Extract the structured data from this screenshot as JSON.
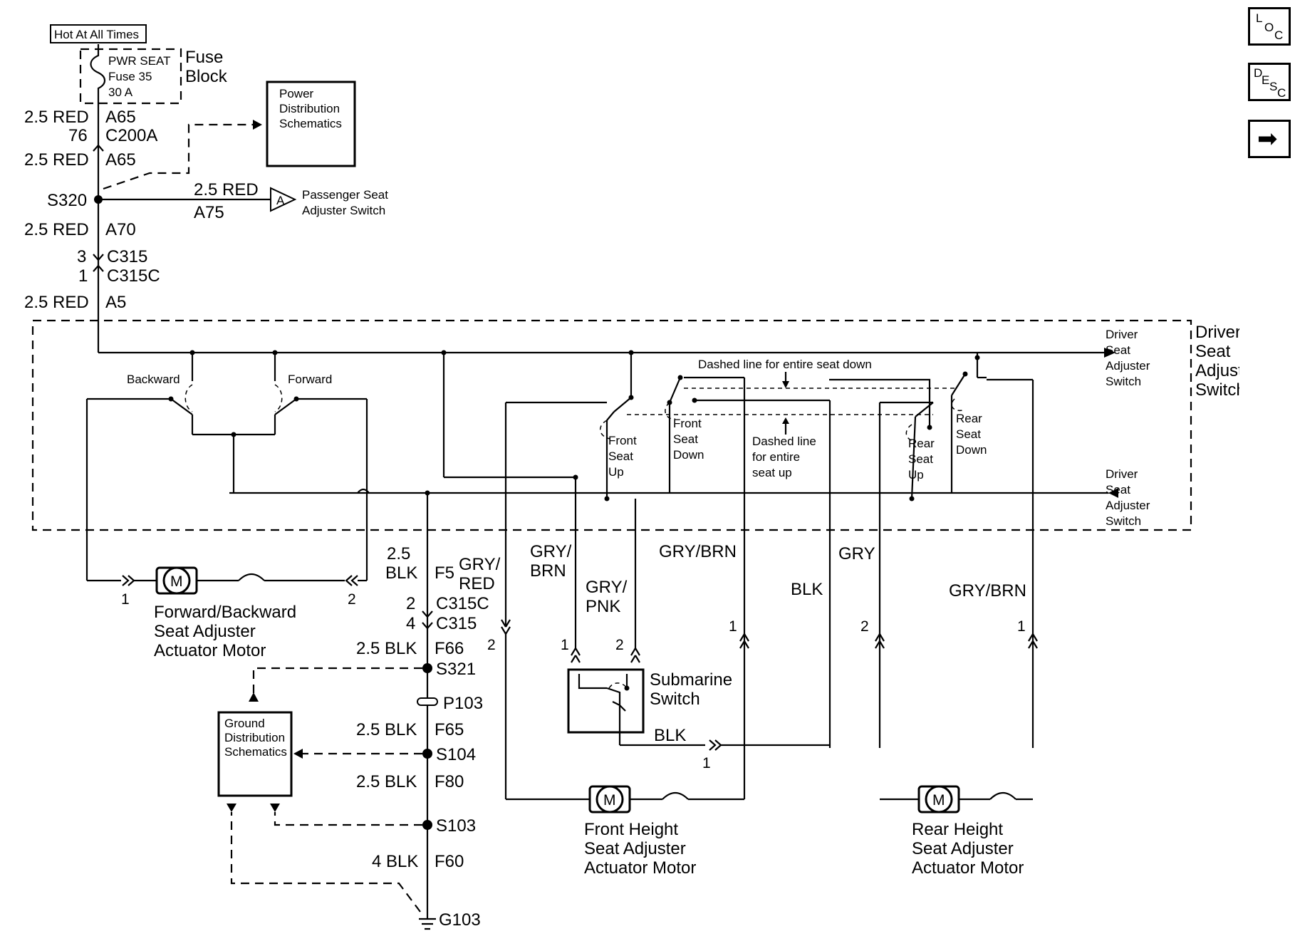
{
  "nav": {
    "loc": {
      "l1": "L",
      "l2": "O",
      "l3": "C"
    },
    "desc": {
      "l1": "D",
      "l2": "E",
      "l3": "S",
      "l4": "C"
    },
    "next_glyph": "➡"
  },
  "power": {
    "hot_label": "Hot At All Times",
    "fuse_name": "PWR SEAT",
    "fuse_number": "Fuse 35",
    "fuse_rating": "30 A",
    "fuse_block_1": "Fuse",
    "fuse_block_2": "Block",
    "pds_1": "Power",
    "pds_2": "Distribution",
    "pds_3": "Schematics",
    "pass_1": "Passenger Seat",
    "pass_2": "Adjuster Switch",
    "pass_marker": "A"
  },
  "feed": {
    "w1": "2.5 RED",
    "c1": "A65",
    "pin76": "76",
    "c200a": "C200A",
    "w2": "2.5 RED",
    "c2": "A65",
    "s320": "S320",
    "w3": "2.5 RED",
    "c3": "A75",
    "w4": "2.5 RED",
    "c4": "A70",
    "pin3": "3",
    "c315": "C315",
    "pin1": "1",
    "c315c": "C315C",
    "w5": "2.5 RED",
    "c5": "A5"
  },
  "switch": {
    "title_1": "Driver",
    "title_2": "Seat",
    "title_3": "Adjuster",
    "title_4": "Switch",
    "backward": "Backward",
    "forward": "Forward",
    "dashed_down": "Dashed line for entire seat down",
    "dashed_up_1": "Dashed line",
    "dashed_up_2": "for entire",
    "dashed_up_3": "seat up",
    "fsu_1": "Front",
    "fsu_2": "Seat",
    "fsu_3": "Up",
    "fsd_1": "Front",
    "fsd_2": "Seat",
    "fsd_3": "Down",
    "rsu_1": "Rear",
    "rsu_2": "Seat",
    "rsu_3": "Up",
    "rsd_1": "Rear",
    "rsd_2": "Seat",
    "rsd_3": "Down",
    "ref_1": "Driver",
    "ref_2": "Seat",
    "ref_3": "Adjuster",
    "ref_4": "Switch"
  },
  "wires": {
    "gry_brn_1a": "GRY/",
    "gry_brn_1b": "BRN",
    "gry_pnk_a": "GRY/",
    "gry_pnk_b": "PNK",
    "gry_brn_2": "GRY/BRN",
    "blk": "BLK",
    "gry": "GRY",
    "gry_brn_3": "GRY/BRN",
    "gry_red_a": "GRY/",
    "gry_red_b": "RED",
    "sub_blk": "BLK"
  },
  "ground": {
    "w1a": "2.5",
    "w1b": "BLK",
    "c1": "F5",
    "pin2": "2",
    "c315c": "C315C",
    "pin4": "4",
    "c315": "C315",
    "w2": "2.5 BLK",
    "c2": "F66",
    "s321": "S321",
    "p103": "P103",
    "w3": "2.5 BLK",
    "c3": "F65",
    "s104": "S104",
    "w4": "2.5 BLK",
    "c4": "F80",
    "s103": "S103",
    "w5": "4 BLK",
    "c5": "F60",
    "g103": "G103",
    "gds_1": "Ground",
    "gds_2": "Distribution",
    "gds_3": "Schematics"
  },
  "motors": {
    "symbol": "M",
    "fb_1": "Forward/Backward",
    "fb_2": "Seat Adjuster",
    "fb_3": "Actuator Motor",
    "fb_pin1": "1",
    "fb_pin2": "2",
    "fh_1": "Front Height",
    "fh_2": "Seat Adjuster",
    "fh_3": "Actuator Motor",
    "rh_1": "Rear Height",
    "rh_2": "Seat Adjuster",
    "rh_3": "Actuator Motor",
    "sub_1": "Submarine",
    "sub_2": "Switch",
    "pin_a": "2",
    "pin_b": "1",
    "pin_c": "2",
    "pin_d": "1",
    "pin_e": "2",
    "pin_f": "1",
    "pin_g": "1"
  }
}
